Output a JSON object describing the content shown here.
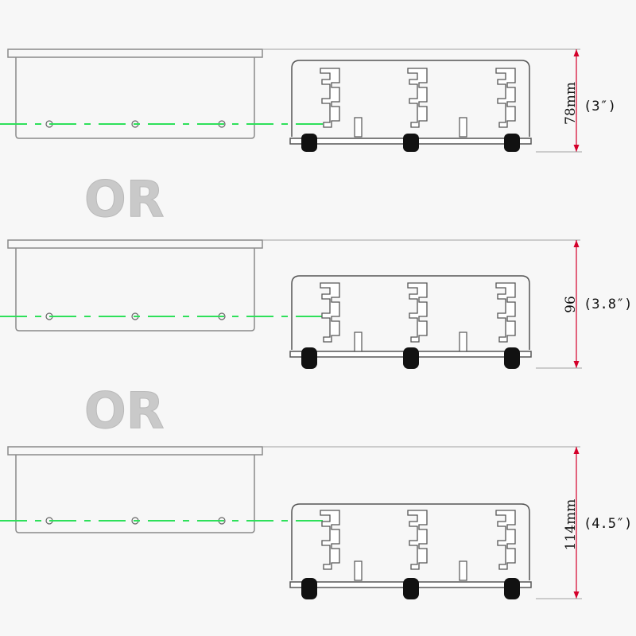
{
  "separator_text": "OR",
  "colors": {
    "outline": "#8a8a8a",
    "laser": "#2ee05a",
    "dimension": "#d4002a",
    "separator": "#c9c9c9",
    "foot": "#111111"
  },
  "variants": [
    {
      "height_label": "78mm",
      "inch_label": "(3″)"
    },
    {
      "height_label": "96",
      "inch_label": "(3.8″)"
    },
    {
      "height_label": "114mm",
      "inch_label": "(4.5″)"
    }
  ]
}
